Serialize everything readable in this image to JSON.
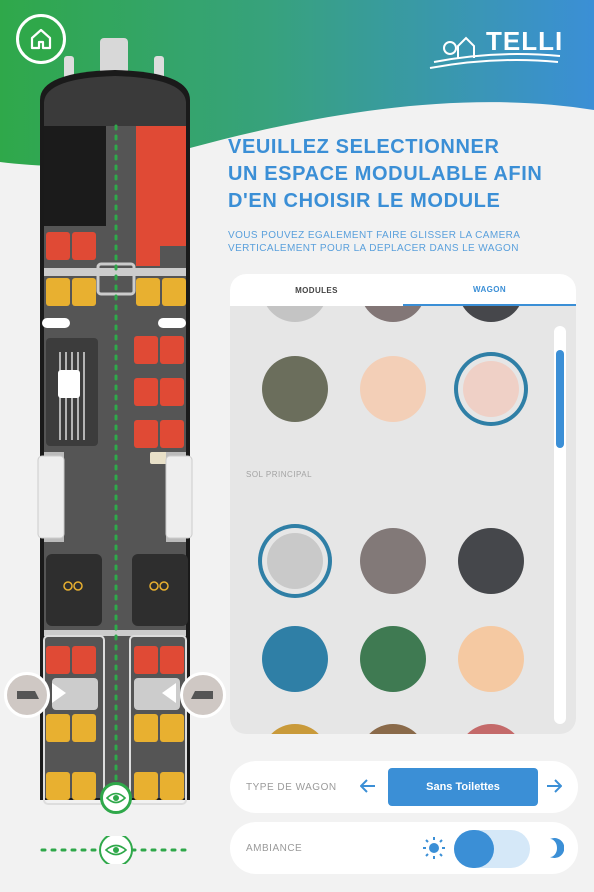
{
  "header": {
    "brand": "TELLI",
    "gradient": [
      "#2fa84a",
      "#3b8fd6"
    ]
  },
  "main": {
    "title_line1": "VEUILLEZ SELECTIONNER",
    "title_line2": "UN ESPACE MODULABLE AFIN",
    "title_line3": "D'EN CHOISIR LE MODULE",
    "subtitle_line1": "VOUS POUVEZ EGALEMENT FAIRE GLISSER LA CAMERA",
    "subtitle_line2": "VERTICALEMENT POUR LA DEPLACER DANS LE WAGON"
  },
  "panel": {
    "tabs": [
      {
        "label": "MODULES",
        "active": false
      },
      {
        "label": "WAGON",
        "active": true
      }
    ],
    "section_floor": "SOL PRINCIPAL",
    "wall_swatches": [
      "#c4c4c4",
      "#827676",
      "#46474b",
      "#6b6e5c",
      "#f3cfb7",
      "#efd0c6"
    ],
    "floor_swatches": [
      "#c9c9c9",
      "#827978",
      "#45474b",
      "#2f7fa6",
      "#3f7a52",
      "#f5c9a2",
      "#c99a3a",
      "#8a6a4a",
      "#c46a6a"
    ]
  },
  "controls": {
    "wagon_type_label": "TYPE DE WAGON",
    "wagon_type_value": "Sans Toilettes",
    "ambiance_label": "AMBIANCE"
  },
  "colors": {
    "accent": "#3b8fd6",
    "seat_red": "#e04a35",
    "seat_yellow": "#e8b030",
    "floor_dark": "#5a5a5a",
    "select_ring": "#2f7fa6"
  }
}
